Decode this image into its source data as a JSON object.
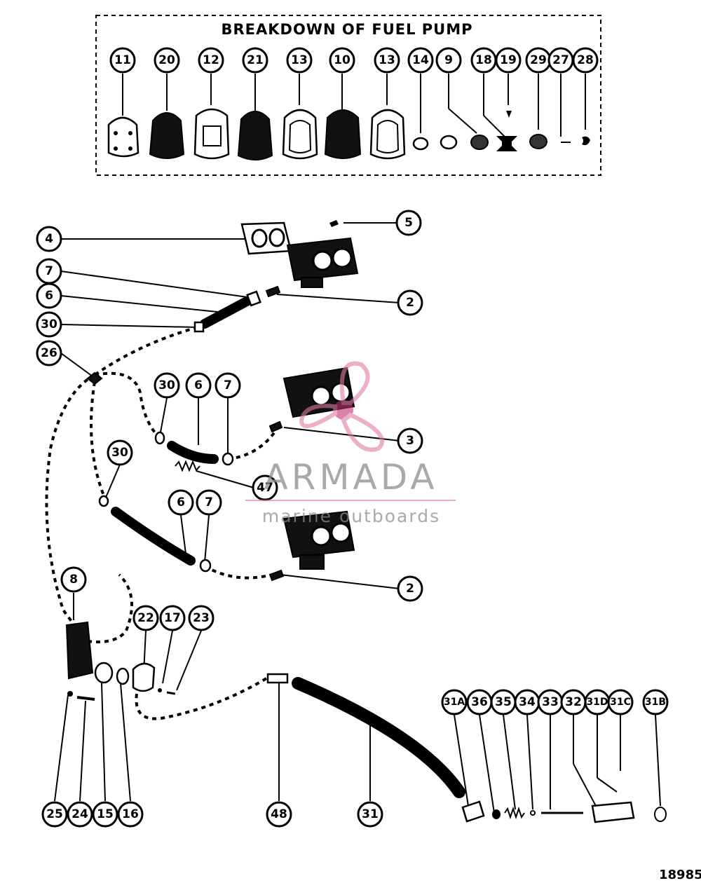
{
  "title": "BREAKDOWN OF FUEL PUMP",
  "figure_number": "18985",
  "watermark": {
    "brand": "ARMADA",
    "tagline": "marine outboards"
  },
  "callouts": {
    "fuel_pump_box": [
      "11",
      "20",
      "12",
      "21",
      "13",
      "10",
      "13",
      "14",
      "9",
      "18",
      "19",
      "29",
      "27",
      "28"
    ],
    "main": [
      "4",
      "5",
      "7",
      "6",
      "2",
      "30",
      "26",
      "30",
      "6",
      "7",
      "3",
      "47",
      "30",
      "6",
      "7",
      "2",
      "8",
      "22",
      "17",
      "23"
    ],
    "bottom": [
      "25",
      "24",
      "15",
      "16",
      "48",
      "31",
      "31A",
      "36",
      "35",
      "34",
      "33",
      "32",
      "31D",
      "31C",
      "31B"
    ]
  }
}
